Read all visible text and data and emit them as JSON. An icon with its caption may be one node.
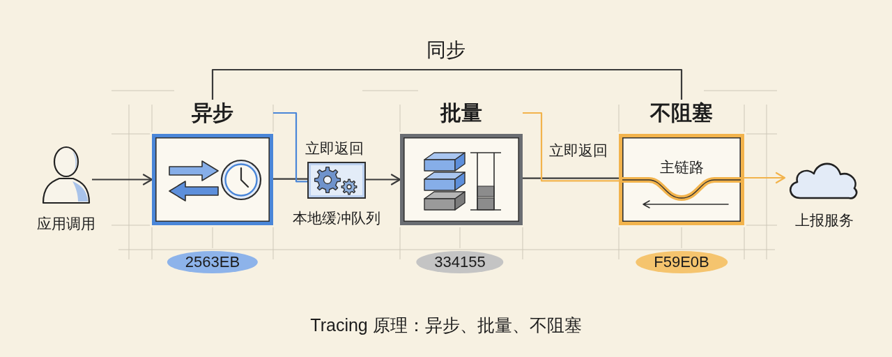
{
  "diagram": {
    "caption": "Tracing 原理：异步、批量、不阻塞",
    "nodes": [
      {
        "text": [],
        "shape": "person",
        "beside": [
          "应用调用"
        ]
      },
      {
        "text": [
          "异步"
        ],
        "beside": [
          "2563EB"
        ]
      },
      {
        "text": [],
        "shape": "box",
        "beside": [
          "本地缓冲队列"
        ]
      },
      {
        "text": [
          "批量"
        ],
        "beside": [
          "334155"
        ]
      },
      {
        "text": [
          "不阻塞",
          "主链路"
        ],
        "beside": [
          "F59E0B"
        ]
      },
      {
        "text": [],
        "shape": "cloud",
        "beside": [
          "上报服务"
        ]
      }
    ],
    "edges": [
      {
        "from": 0,
        "to": 1,
        "arrow": "to"
      },
      {
        "from": 1,
        "to": 2,
        "arrow": "none"
      },
      {
        "from": 1,
        "to": 2,
        "arrow": "none",
        "label": "立即返回",
        "color": "#4a86d8"
      },
      {
        "from": 2,
        "to": 3,
        "arrow": "to"
      },
      {
        "from": 3,
        "to": 4,
        "arrow": "none"
      },
      {
        "from": 3,
        "to": 4,
        "arrow": "none",
        "label": "立即返回",
        "color": "#f2b34c"
      },
      {
        "from": 4,
        "to": 5,
        "arrow": "to",
        "color": "#f2b34c"
      },
      {
        "from": 1,
        "to": 4,
        "arrow": "none",
        "label": "同步"
      }
    ]
  }
}
